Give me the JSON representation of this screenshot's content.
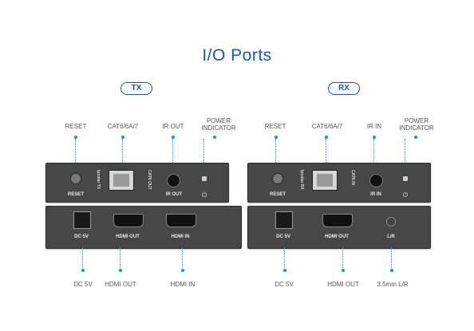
{
  "title": "I/O Ports",
  "tx": {
    "badge": "TX",
    "top_labels": {
      "reset": "RESET",
      "cat": "CAT6/6A/7",
      "ir": "IR OUT",
      "power": "POWER\nINDICATOR"
    },
    "panel_labels": {
      "reset": "RESET",
      "ir": "IR OUT",
      "side_left": "Ipcolar TX",
      "side_right": "CAT6 OUT"
    },
    "bottom_panel_labels": {
      "dc": "DC 5V",
      "hdmi_out": "HDMI OUT",
      "hdmi_in": "HDMI IN"
    },
    "bottom_labels": {
      "dc": "DC 5V",
      "hdmi_out": "HDMI OUT",
      "hdmi_in": "HDMI IN"
    }
  },
  "rx": {
    "badge": "RX",
    "top_labels": {
      "reset": "RESET",
      "cat": "CAT6/6A/7",
      "ir": "IR IN",
      "power": "POWER\nINDICATOR"
    },
    "panel_labels": {
      "reset": "RESET",
      "ir": "IR IN",
      "side_left": "Ipcolar RX",
      "side_right": "CAT6 IN"
    },
    "bottom_panel_labels": {
      "dc": "DC 5V",
      "hdmi_out": "HDMI OUT",
      "lr": "L/R"
    },
    "bottom_labels": {
      "dc": "DC 5V",
      "hdmi_out": "HDMI OUT",
      "lr": "3.5mm L/R"
    }
  },
  "icons": {
    "power": "power-icon",
    "led": "led-icon"
  },
  "colors": {
    "accent": "#1a56b8",
    "line": "#1e8fd6",
    "device": "#474747"
  }
}
